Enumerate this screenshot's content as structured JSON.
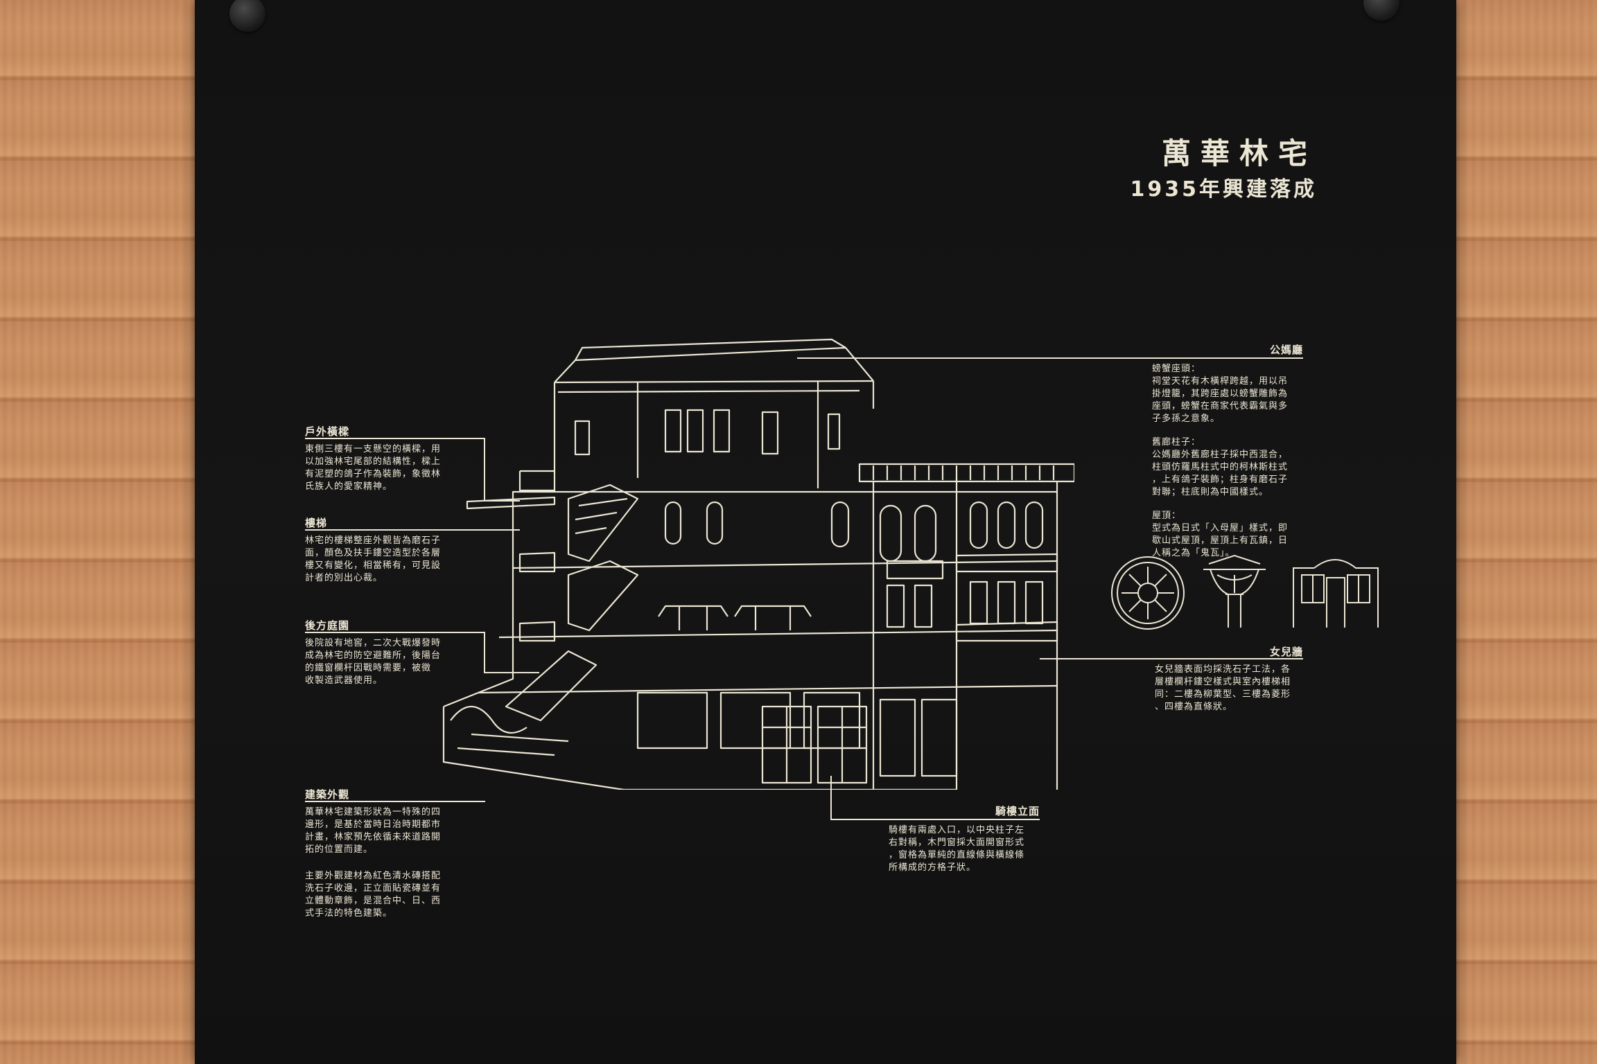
{
  "title": "萬華林宅",
  "subtitle": "1935年興建落成",
  "sections": {
    "outdoor_stair": {
      "heading": "戶外橫樑",
      "body": [
        "東側三樓有一支懸空的橫樑，用",
        "以加強林宅尾部的結構性，樑上",
        "有泥塑的鴿子作為裝飾，象徵林",
        "氏族人的愛家精神。"
      ]
    },
    "staircase": {
      "heading": "樓梯",
      "body": [
        "林宅的樓梯整座外觀皆為磨石子",
        "面，顏色及扶手鏤空造型於各層",
        "樓又有變化，相當稀有，可見設",
        "計者的別出心裁。"
      ]
    },
    "back_garden": {
      "heading": "後方庭園",
      "body": [
        "後院設有地窖，二次大戰爆發時",
        "成為林宅的防空避難所，後陽台",
        "的鐵窗欄杆因戰時需要，被徵",
        "收製造武器使用。"
      ]
    },
    "exterior": {
      "heading": "建築外觀",
      "body": [
        "萬華林宅建築形狀為一特殊的四",
        "邊形，是基於當時日治時期都市",
        "計畫，林家預先依循未來道路開",
        "拓的位置而建。"
      ],
      "body2": [
        "主要外觀建材為紅色清水磚搭配",
        "洗石子收邊，正立面貼瓷磚並有",
        "立體動章飾，是混合中、日、西",
        "式手法的特色建築。"
      ]
    },
    "ancestral_hall": {
      "heading": "公媽廳",
      "p1": [
        "螃蟹座頭：",
        "祠堂天花有木橫桿跨越，用以吊",
        "掛燈籠，其跨座處以螃蟹雕飾為",
        "座頭，螃蟹在商家代表霸氣與多",
        "子多孫之意象。"
      ],
      "p2": [
        "舊廊柱子：",
        "公媽廳外舊廊柱子採中西混合，",
        "柱頭仿羅馬柱式中的柯林斯柱式",
        "，上有鴿子裝飾；柱身有磨石子",
        "對聯；柱底則為中國樣式。"
      ],
      "p3": [
        "屋頂：",
        "型式為日式「入母屋」樣式，即",
        "歇山式屋頂，屋頂上有瓦鎮，日",
        "人稱之為「鬼瓦」。"
      ]
    },
    "daughter_wall": {
      "heading": "女兒牆",
      "body": [
        "女兒牆表面均採洗石子工法，各",
        "層樓欄杆鏤空樣式與室內樓梯相",
        "同：二樓為柳葉型、三樓為菱形",
        "、四樓為直條狀。"
      ]
    },
    "arcade_facade": {
      "heading": "騎樓立面",
      "body": [
        "騎樓有兩處入口，以中央柱子左",
        "右對稱，木門窗採大面開窗形式",
        "，窗格為單純的直線條與橫線條",
        "所構成的方格子狀。"
      ]
    }
  }
}
